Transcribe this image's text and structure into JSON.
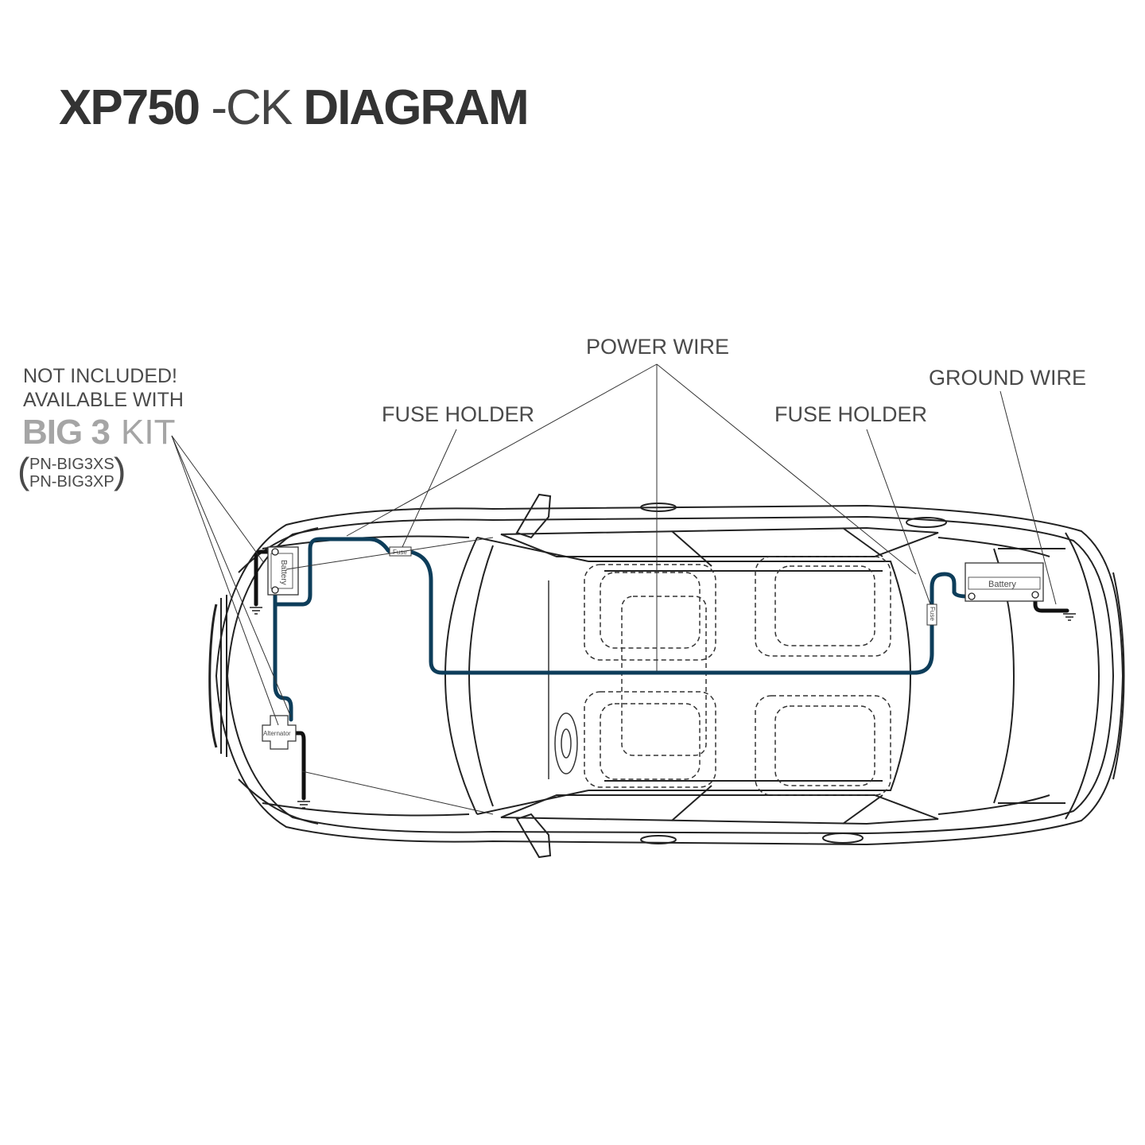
{
  "title": {
    "model": "XP750",
    "separator": "-",
    "kit": "CK",
    "word": "DIAGRAM"
  },
  "labels": {
    "power_wire": "POWER WIRE",
    "ground_wire": "GROUND WIRE",
    "fuse_holder_front": "FUSE HOLDER",
    "fuse_holder_rear": "FUSE HOLDER",
    "not_included": "NOT INCLUDED!",
    "available_with": "AVAILABLE WITH",
    "big3": "BIG 3",
    "kit": "KIT",
    "part_1": "PN-BIG3XS",
    "part_2": "PN-BIG3XP"
  },
  "components": {
    "front_battery": "Battery",
    "rear_battery": "Battery",
    "fuse_front": "Fuse",
    "fuse_rear": "Fuse",
    "alternator": "Alternator"
  },
  "colors": {
    "power_wire": "#0d3d5a",
    "ground_wire": "#111111",
    "outline": "#222222"
  }
}
